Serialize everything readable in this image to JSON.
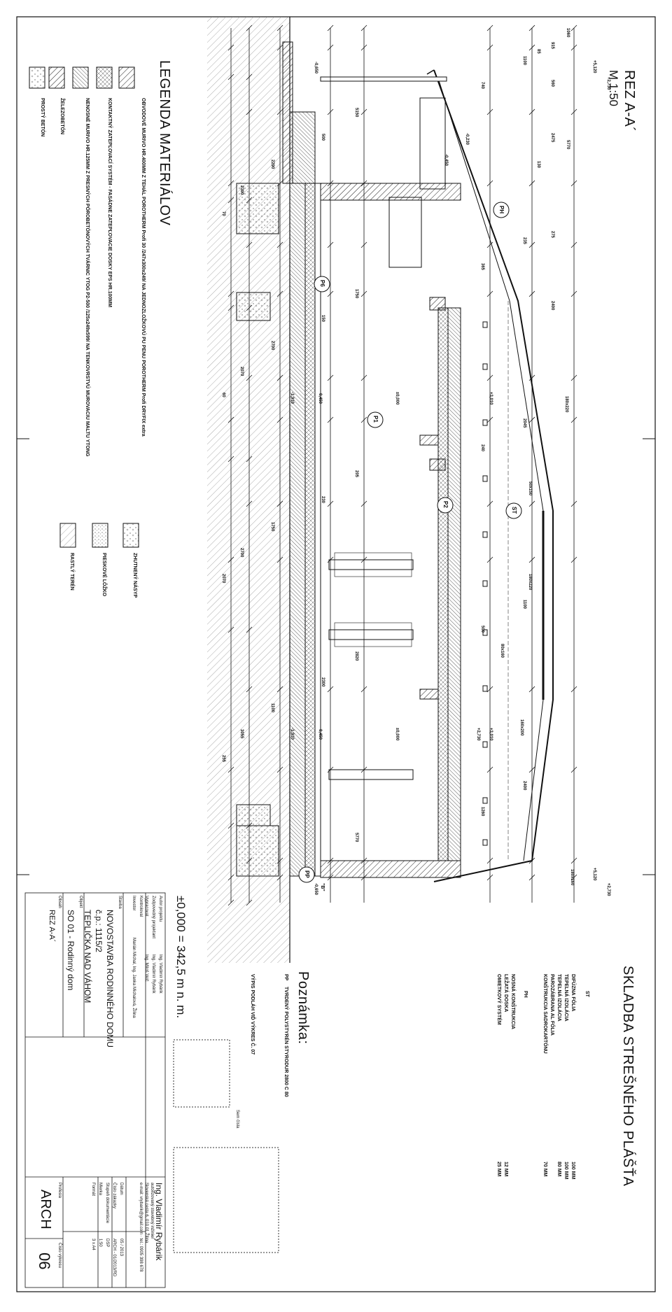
{
  "section": {
    "title": "REZ A-A´",
    "scale": "M 1:50"
  },
  "legend": {
    "title": "LEGENDA MATERIÁLOV",
    "items": [
      "OBVODOVÉ MURIVO HR.400MM Z TEHÁL POROTHERM Profi 30 /247x300x249/ NA JEDNOZLOŽKOVÚ PU PENU POROTHERM Profi DRYFIX extra",
      "KONTAKTNÝ ZATEPĽOVACÍ SYSTÉM - FASÁDNE ZATEPĽOVACIE DOSKY EPS HR.100MM",
      "NENOSNÉ MURIVO HR.125MM Z PRESNÝCH PÓROBETÓNOVÝCH TVÁRNIC YTOG P2-500 /125x249x599/ NA TENKOVRSTVÚ MUROVACIU MALTU YTONG",
      "ŽELEZOBETÓN",
      "PROSTÝ BETÓN"
    ],
    "items2": [
      "ZHUTNENÝ NÁSYP",
      "PIESKOVÉ LÔŽKO",
      "RASTLÝ TERÉN"
    ]
  },
  "roof": {
    "title": "SKLADBA STREŠNÉHO PLÁŠŤA",
    "st_tag": "ST",
    "st_layers": [
      "DIFÚZNA FÓLIA",
      "TEPELNÁ IZOLÁCIA",
      "TEPELNÁ IZOLÁCIA",
      "PAROZÁBRANA AL FÓLIA",
      "KONŠTRUKCIA SADROKARTÓNU"
    ],
    "st_values": [
      "100 MM",
      "100 MM",
      "80 MM",
      "",
      "70 MM"
    ],
    "ph_tag": "PH",
    "ph_layers": [
      "NOSNÁ KONŠTRUKCIA",
      "LEŽATÁ DOSKA",
      "OMIETKOVÝ SYSTÉM"
    ],
    "ph_values": [
      "",
      "12 MM",
      "25 MM"
    ]
  },
  "note": {
    "title": "Poznámka:",
    "pp_tag": "PP",
    "text1": "TVRDENÝ POLYSTYRÉN STYRODUR 2800 C 80",
    "text2": "VÝPIS PODLÁH VIĎ VÝKRES Č. 07"
  },
  "datum": "±0,000 = 342,5 m n. m.",
  "stamp": "Sem čísla",
  "drawing": {
    "tags": [
      "P1",
      "P2",
      "P6",
      "PH",
      "ST",
      "PP"
    ],
    "detail": "\"B\"",
    "levels_left": [
      "+5,120",
      "+2,730",
      "-0,230",
      "-0,450",
      "-0,650",
      "+5,120",
      "+2,730",
      "-0,650"
    ],
    "levels_mid": [
      "+3,010",
      "±0,000",
      "-0,450",
      "-1,910",
      "+2,730",
      "+3,010",
      "±0,000",
      "-0,450",
      "-1,910"
    ],
    "dims_top": [
      "1060",
      "5770",
      "915",
      "560",
      "2475",
      "275",
      "2400",
      "85",
      "130"
    ],
    "dims_rows": [
      "1100",
      "740",
      "5150",
      "500",
      "2290",
      "2300",
      "70",
      "235",
      "365",
      "1750",
      "150",
      "2700",
      "2070",
      "60",
      "2045",
      "240",
      "205",
      "230",
      "1750",
      "2700",
      "2070",
      "1100",
      "500",
      "2820",
      "2300",
      "1100",
      "3055",
      "255",
      "2400",
      "1260",
      "5770"
    ],
    "members": [
      "180x220",
      "50x150",
      "180x220",
      "80x160",
      "160x200",
      "180x160"
    ]
  },
  "titleblock": {
    "rows_labels": [
      "Autor projektu",
      "Zodpovedný projektant",
      "Vypracoval",
      "Kontroloval",
      "Investor"
    ],
    "rows_values": [
      "Ing. Vladimír Rybárik",
      "Ing. Vladimír Rybárik",
      "Ing. Miloš Velč",
      "",
      "Marián Michal, Ing. Janka Michalová, Žilina"
    ],
    "stavba_label": "Stavba",
    "stavba": "NOVOSTAVBA RODINNÉHO DOMU",
    "address1": "č.p.: 1115/2",
    "address2": "TEPLIČKA NAD VÁHOM",
    "objekt_label": "Objekt",
    "objekt": "SO 01 - Rodinný dom",
    "obsah_label": "Obsah",
    "obsah": "REZ A-A´",
    "firm": "Ing. Vladimír Rybárik",
    "firm_sub": "autorizovaný stavebný inžinier",
    "firm_addr": "Slovenská cesta 6, 010 01 Žilina",
    "firm_contact": "e-mail: vrybarik@gmail.com · tel.: 0905 398 678",
    "meta_labels": [
      "Dátum",
      "Číslo zákazky",
      "Stupeň dokumentácie",
      "Mierka",
      "Formát"
    ],
    "meta_values": [
      "05 / 2013",
      "ARCH - 01/2013/RD",
      "DSP",
      "1:50",
      "3 x A4"
    ],
    "profesia_label": "Profesia",
    "profesia": "ARCH",
    "cislo_label": "Číslo výkresu",
    "cislo": "06"
  }
}
